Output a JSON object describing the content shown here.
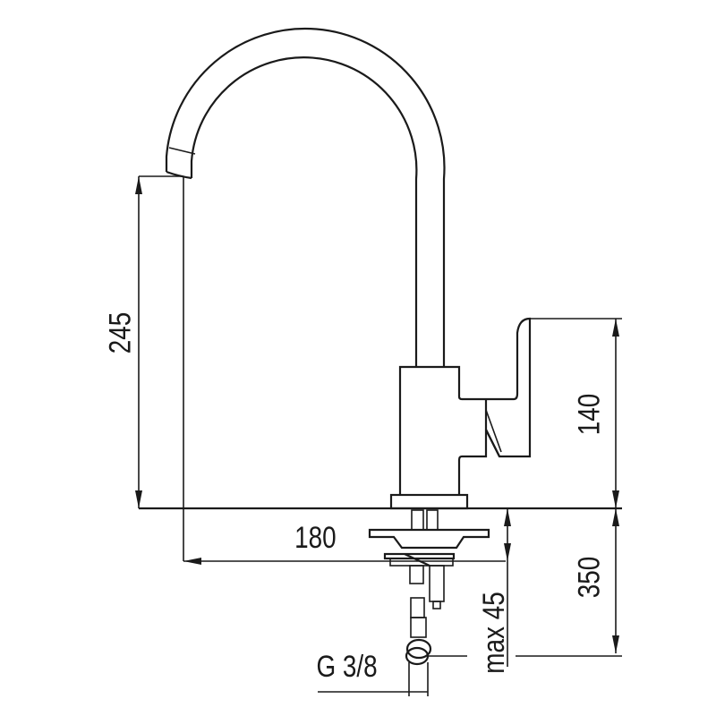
{
  "dimensions": {
    "spout_height": "245",
    "handle_height": "140",
    "spout_reach": "180",
    "below_counter": "350",
    "max_thickness": "max 45",
    "connection": "G 3/8"
  }
}
